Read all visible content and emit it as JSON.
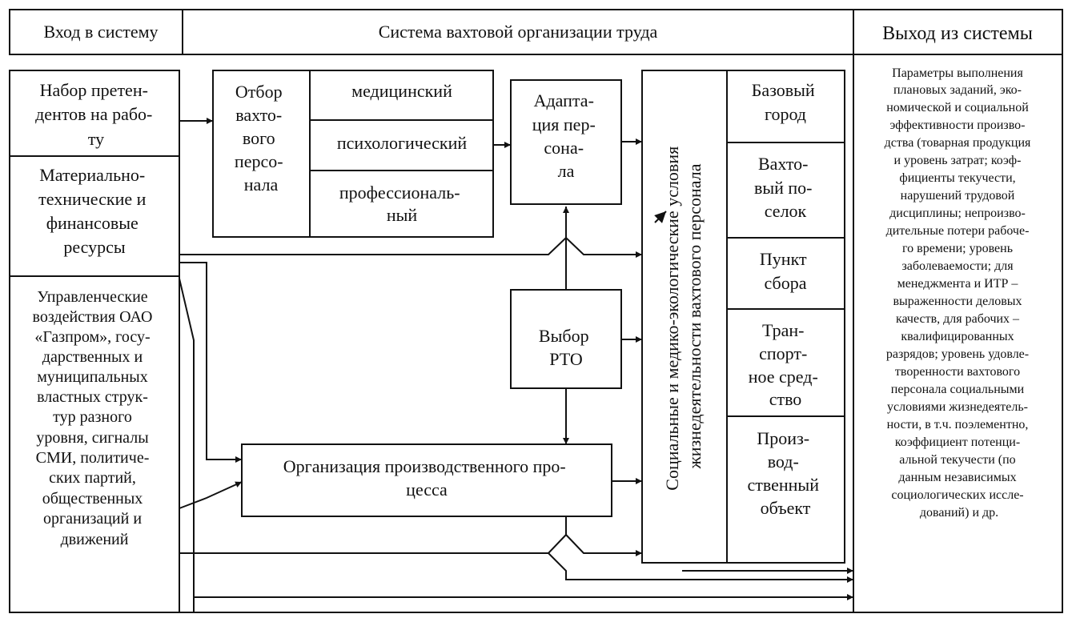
{
  "header": {
    "input": "Вход в систему",
    "system": "Система вахтовой организации труда",
    "output": "Выход из системы"
  },
  "inputs": {
    "recruit": [
      "Набор претен-",
      "дентов на рабо-",
      "ту"
    ],
    "resources": [
      "Материально-",
      "технические и",
      "финансовые",
      "ресурсы"
    ],
    "influences": [
      "Управленческие",
      "воздействия ОАО",
      "«Газпром», госу-",
      "дарственных и",
      "муниципальных",
      "властных струк-",
      "тур разного",
      "уровня, сигналы",
      "СМИ, политиче-",
      "ских партий,",
      "общественных",
      "организаций и",
      "движений"
    ]
  },
  "selection": {
    "title": [
      "Отбор",
      "вахто-",
      "вого",
      "персо-",
      "нала"
    ],
    "medical": "медицинский",
    "psych": "психологический",
    "prof": [
      "профессиональ-",
      "ный"
    ]
  },
  "adaptation": [
    "Адапта-",
    "ция пер-",
    "сона-",
    "ла"
  ],
  "rto": [
    "Выбор",
    "РТО"
  ],
  "production": [
    "Организация производственного про-",
    "цесса"
  ],
  "conditions": [
    "Социальные и медико-экологические условия",
    "жизнедеятельности вахтового персонала"
  ],
  "places": {
    "city": [
      "Базовый",
      "город"
    ],
    "camp": [
      "Вахто-",
      "вый по-",
      "селок"
    ],
    "gather": [
      "Пункт",
      "сбора"
    ],
    "transport": [
      "Тран-",
      "спорт-",
      "ное сред-",
      "ство"
    ],
    "object": [
      "Произ-",
      "вод-",
      "ственный",
      "объект"
    ]
  },
  "output_params": [
    "Параметры выполнения",
    "плановых заданий, эко-",
    "номической и социальной",
    "эффективности произво-",
    "дства (товарная продукция",
    "и уровень затрат; коэф-",
    "фициенты текучести,",
    "нарушений трудовой",
    "дисциплины; непроизво-",
    "дительные потери рабоче-",
    "го времени; уровень",
    "заболеваемости; для",
    "менеджмента и ИТР –",
    "выраженности деловых",
    "качеств, для рабочих –",
    "квалифицированных",
    "разрядов; уровень удовле-",
    "творенности вахтового",
    "персонала социальными",
    "условиями жизнедеятель-",
    "ности, в т.ч. поэлементно,",
    "коэффициент потенци-",
    "альной текучести (по",
    "данным независимых",
    "социологических иссле-",
    "дований) и др."
  ]
}
